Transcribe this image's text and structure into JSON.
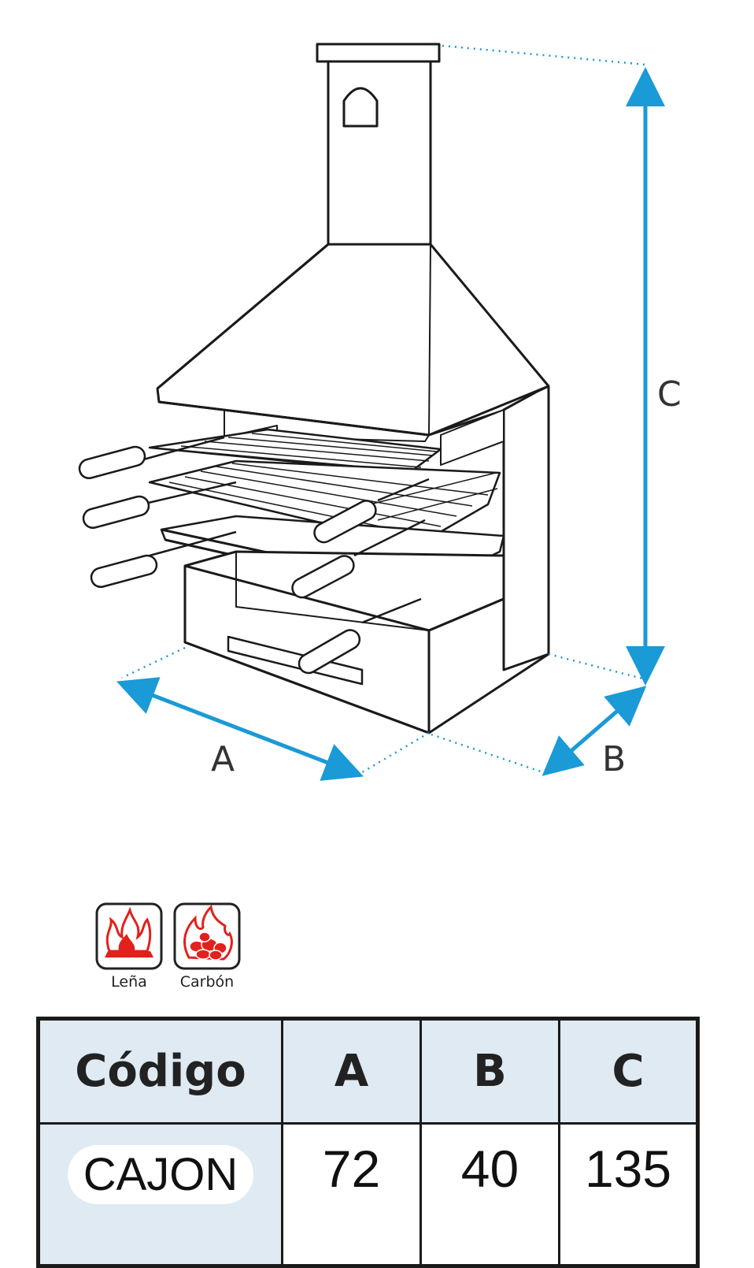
{
  "diagram": {
    "dimension_labels": {
      "a": "A",
      "b": "B",
      "c": "C"
    },
    "arrow_color": "#1a9ad6",
    "line_color": "#1a1a1a",
    "subject": "barbecue-grill-with-hood-and-chimney"
  },
  "fuel_icons": [
    {
      "label": "Leña",
      "icon": "firewood-flame-icon",
      "color": "#e3201b"
    },
    {
      "label": "Carbón",
      "icon": "charcoal-flame-icon",
      "color": "#e3201b"
    }
  ],
  "table": {
    "headers": [
      "Código",
      "A",
      "B",
      "C"
    ],
    "rows": [
      {
        "code": "CAJON",
        "a": "72",
        "b": "40",
        "c": "135"
      }
    ],
    "header_bg": "#dfeaf3"
  }
}
